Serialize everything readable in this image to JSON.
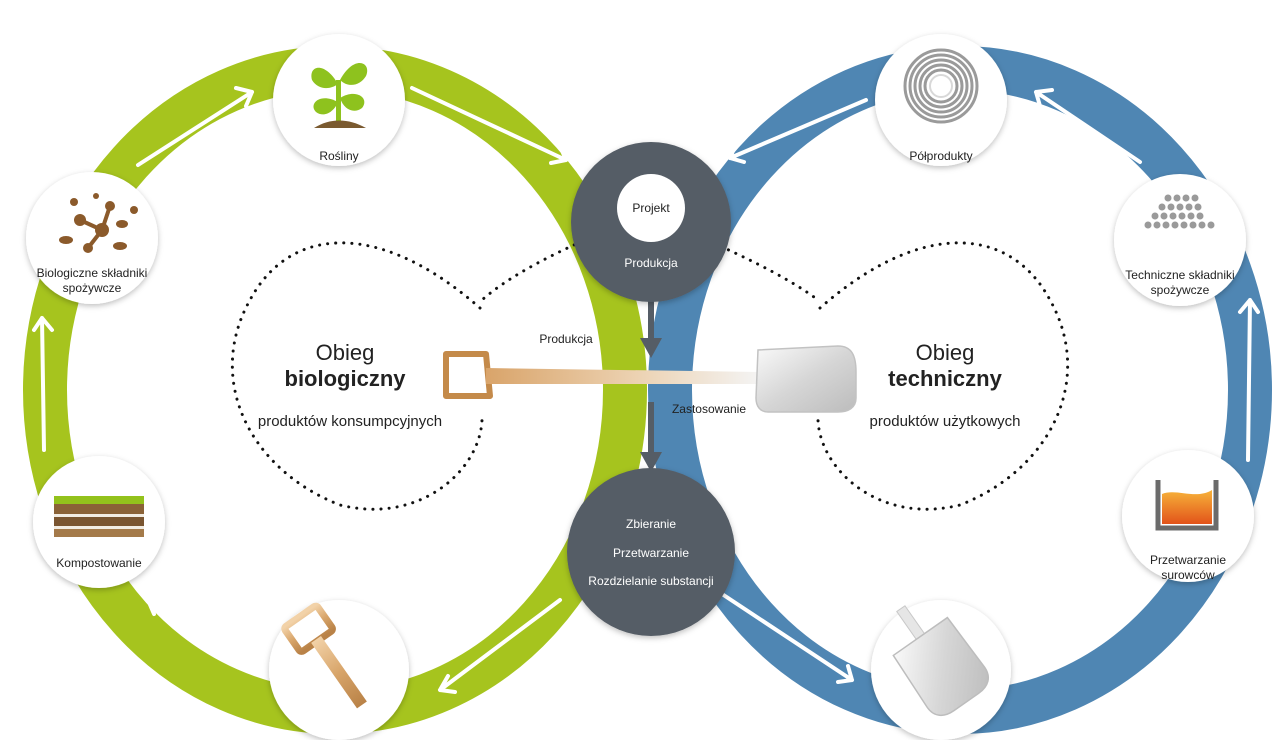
{
  "colors": {
    "biological": "#a6c41e",
    "technical": "#4f86b3",
    "hub": "#555d66"
  },
  "biological_cycle": {
    "title_line1": "Obieg",
    "title_line2": "biologiczny",
    "subtitle": "produktów konsumpcyjnych",
    "nodes": {
      "plants": {
        "label": "Rośliny",
        "icon": "sprout-icon"
      },
      "nutrients": {
        "label": "Biologiczne składniki spożywcze",
        "icon": "molecule-icon"
      },
      "composting": {
        "label": "Kompostowanie",
        "icon": "soil-layers-icon"
      },
      "wooden_handle": {
        "icon": "wooden-handle-icon"
      }
    }
  },
  "technical_cycle": {
    "title_line1": "Obieg",
    "title_line2": "techniczny",
    "subtitle": "produktów użytkowych",
    "nodes": {
      "semi_products": {
        "label": "Półprodukty",
        "icon": "metal-coil-icon"
      },
      "nutrients": {
        "label": "Techniczne składniki spożywcze",
        "icon": "granules-icon"
      },
      "processing": {
        "label": "Przetwarzanie surowców",
        "icon": "molten-metal-icon"
      },
      "metal_blade": {
        "icon": "metal-blade-icon"
      }
    }
  },
  "center": {
    "design": "Projekt",
    "production_top": "Produkcja",
    "production_arrow": "Produkcja",
    "usage": "Zastosowanie",
    "bottom_hub": [
      "Zbieranie",
      "Przetwarzanie",
      "Rozdzielanie substancji"
    ],
    "product_icon": "shovel-icon"
  }
}
